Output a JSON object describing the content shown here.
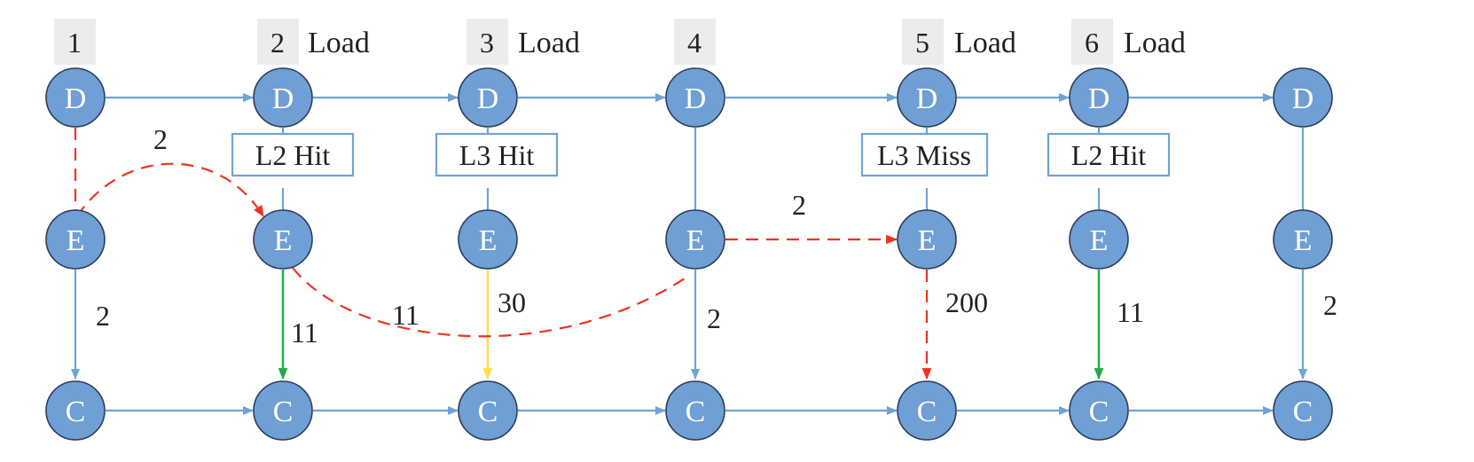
{
  "colors": {
    "node_fill": "#6f9fd4",
    "node_stroke": "#2b3e5a",
    "blue_edge": "#6fa3d4",
    "red_edge": "#ee3322",
    "green_edge": "#22aa44",
    "yellow_edge": "#ffdd44",
    "header_bg": "#ececec"
  },
  "stage_letters": {
    "dispatch": "D",
    "execute": "E",
    "commit": "C"
  },
  "instructions": [
    {
      "number": "1",
      "op": ""
    },
    {
      "number": "2",
      "op": "Load"
    },
    {
      "number": "3",
      "op": "Load"
    },
    {
      "number": "4",
      "op": ""
    },
    {
      "number": "5",
      "op": "Load"
    },
    {
      "number": "6",
      "op": "Load"
    },
    {
      "number": "",
      "op": ""
    }
  ],
  "cache_events": [
    {
      "instruction": "2",
      "label": "L2 Hit"
    },
    {
      "instruction": "3",
      "label": "L3 Hit"
    },
    {
      "instruction": "5",
      "label": "L3 Miss"
    },
    {
      "instruction": "6",
      "label": "L2 Hit"
    }
  ],
  "latency_labels": [
    {
      "edge": "1E-1C",
      "text": "2"
    },
    {
      "edge": "2E-2C",
      "text": "11"
    },
    {
      "edge": "3E-3C",
      "text": "30"
    },
    {
      "edge": "4E-4C",
      "text": "2"
    },
    {
      "edge": "5E-5C",
      "text": "200"
    },
    {
      "edge": "6E-6C",
      "text": "11"
    },
    {
      "edge": "7E-7C",
      "text": "2"
    },
    {
      "edge": "1E-2E",
      "text": "2"
    },
    {
      "edge": "2E-4E",
      "text": "11"
    },
    {
      "edge": "4E-5E",
      "text": "2"
    }
  ]
}
